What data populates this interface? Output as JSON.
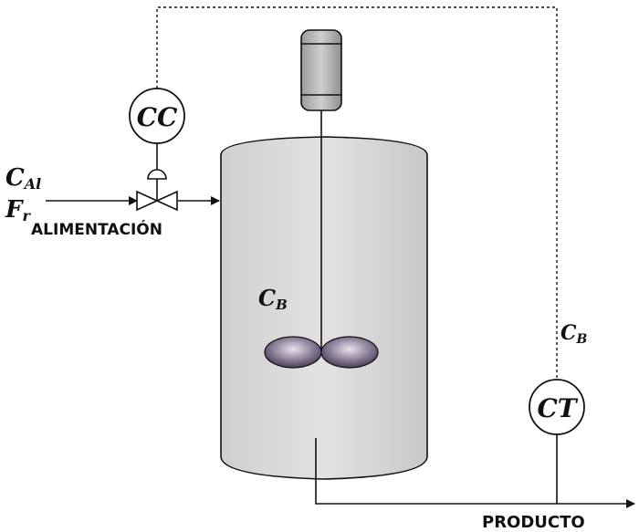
{
  "controllers": {
    "cc": "CC",
    "ct": "CT"
  },
  "inlet": {
    "var_main": "C",
    "var_main_sub": "Al",
    "var_flow": "F",
    "var_flow_sub": "r",
    "label": "ALIMENTACIÓN"
  },
  "tank": {
    "var_main": "C",
    "var_sub": "B"
  },
  "signal": {
    "var_main": "C",
    "var_sub": "B"
  },
  "outlet": {
    "label": "PRODUCTO"
  },
  "colors": {
    "tank_fill": "#d9d9d9",
    "motor_fill": "#b8b8b8",
    "impeller_fill": "#6b5b7a",
    "line": "#111111"
  }
}
